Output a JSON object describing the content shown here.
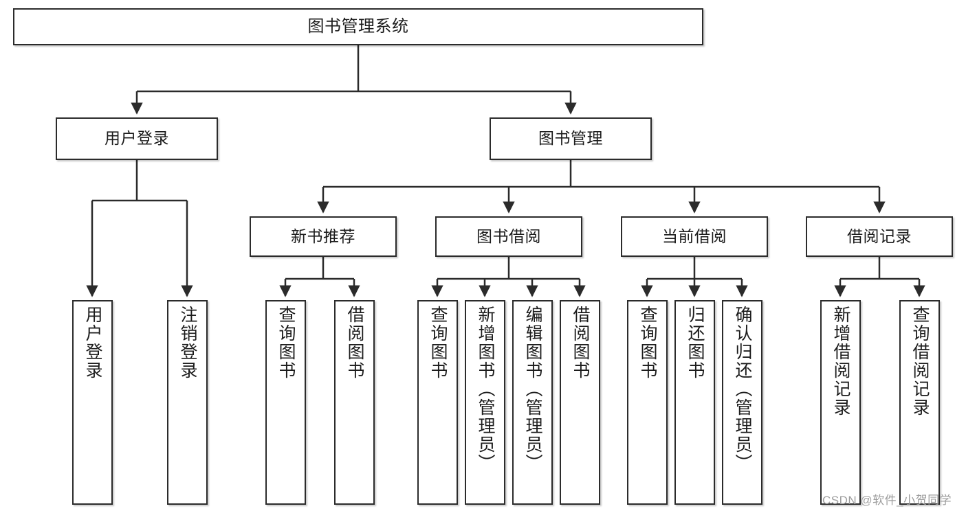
{
  "diagram": {
    "title": "图书管理系统",
    "root": {
      "label": "图书管理系统"
    },
    "level2": [
      {
        "label": "用户登录"
      },
      {
        "label": "图书管理"
      }
    ],
    "level3": [
      {
        "label": "新书推荐"
      },
      {
        "label": "图书借阅"
      },
      {
        "label": "当前借阅"
      },
      {
        "label": "借阅记录"
      }
    ],
    "leaves": {
      "user_login": [
        {
          "label": "用户登录"
        },
        {
          "label": "注销登录"
        }
      ],
      "new_book_recommend": [
        {
          "label": "查询图书"
        },
        {
          "label": "借阅图书"
        }
      ],
      "book_borrow": [
        {
          "label": "查询图书"
        },
        {
          "label": "新增图书（管理员）"
        },
        {
          "label": "编辑图书（管理员）"
        },
        {
          "label": "借阅图书"
        }
      ],
      "current_borrow": [
        {
          "label": "查询图书"
        },
        {
          "label": "归还图书"
        },
        {
          "label": "确认归还（管理员）"
        }
      ],
      "borrow_record": [
        {
          "label": "新增借阅记录"
        },
        {
          "label": "查询借阅记录"
        }
      ]
    }
  },
  "watermark": {
    "text": "CSDN @软件_小贺同学"
  },
  "colors": {
    "box_border": "#2b2b2b",
    "box_fill": "#ffffff",
    "edge": "#2b2b2b",
    "text": "#1c1c1c",
    "watermark": "#9d9d9d"
  }
}
